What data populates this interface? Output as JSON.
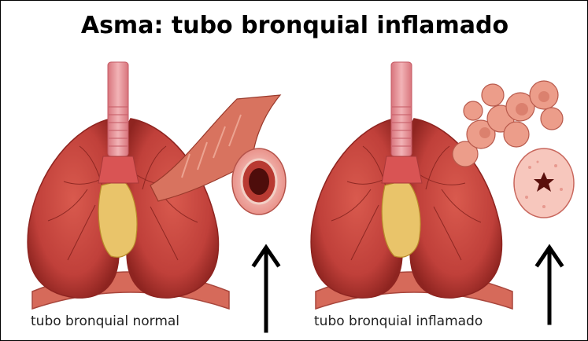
{
  "title": "Asma: tubo bronquial inflamado",
  "panels": [
    {
      "caption": "tubo bronquial normal",
      "icon": "normal-bronchial-tube"
    },
    {
      "caption": "tubo bronquial inflamado",
      "icon": "inflamed-bronchial-tube"
    }
  ],
  "colors": {
    "lung": "#c8443e",
    "lung_dark": "#8e2420",
    "trachea": "#e8949a",
    "heart_fat": "#e9c46a",
    "diaphragm": "#d66a5a",
    "arrow": "#000000"
  }
}
